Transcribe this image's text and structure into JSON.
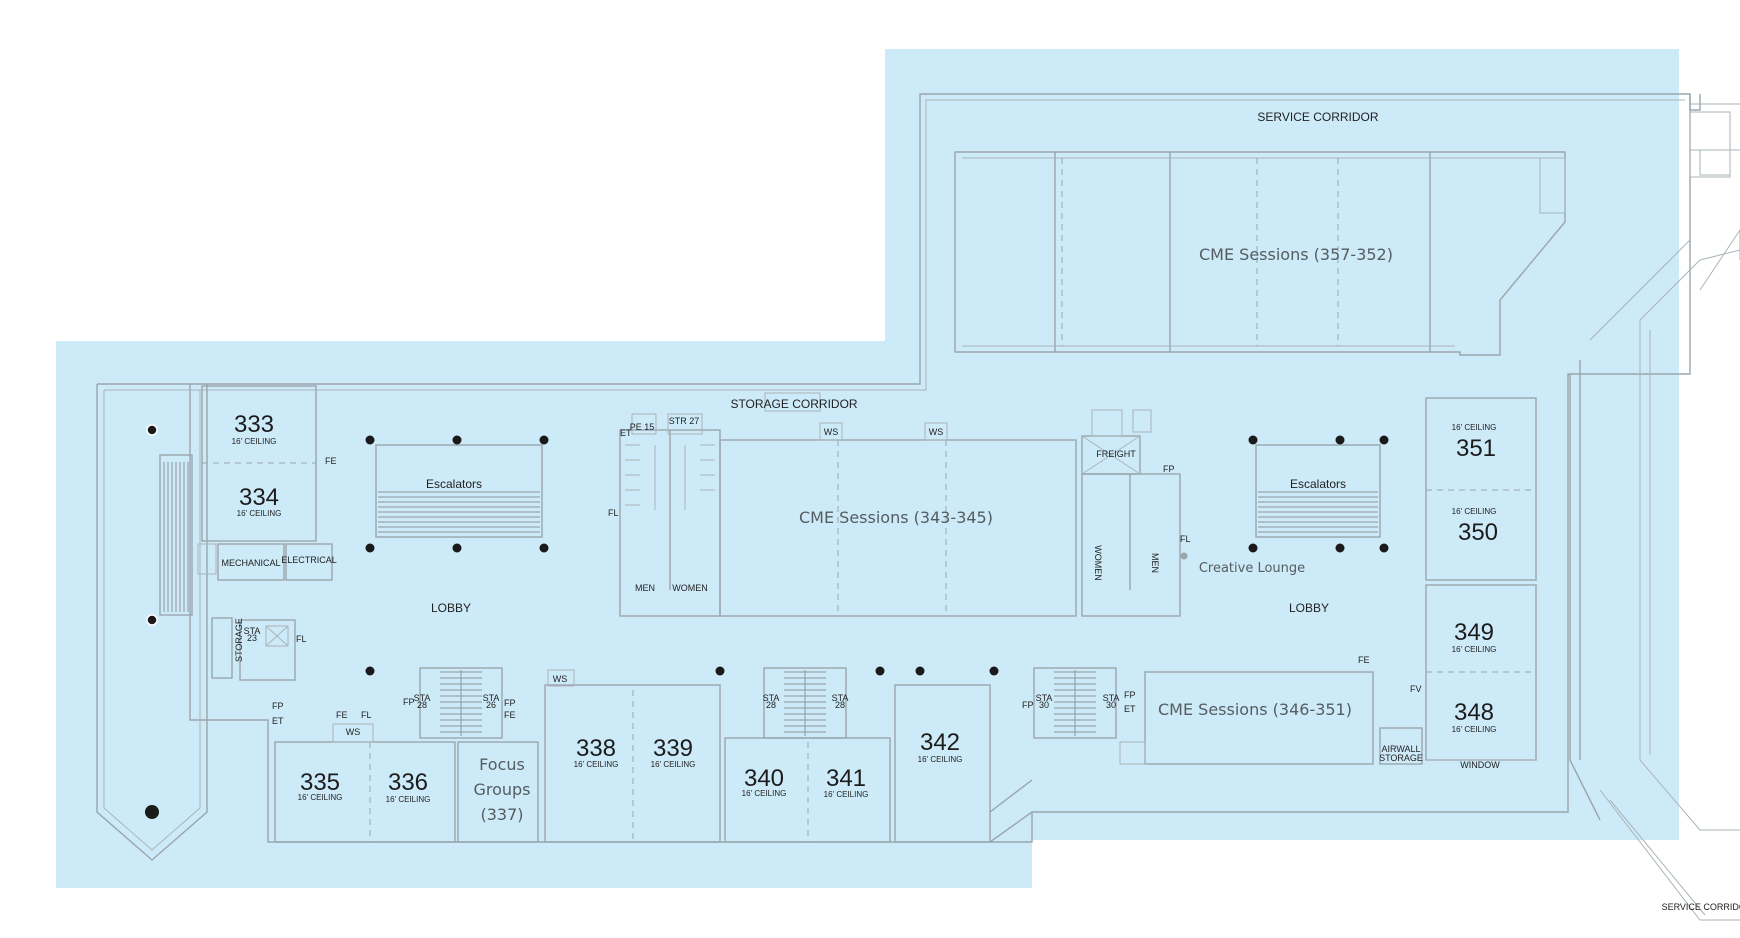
{
  "colors": {
    "highlight": "#cdeaf8",
    "wall": "#9aa6ac",
    "session_text": "#555d61"
  },
  "rooms": {
    "r333": {
      "number": "333",
      "ceiling": "16' CEILING"
    },
    "r334": {
      "number": "334",
      "ceiling": "16' CEILING"
    },
    "r335": {
      "number": "335",
      "ceiling": "16' CEILING"
    },
    "r336": {
      "number": "336",
      "ceiling": "16' CEILING"
    },
    "r338": {
      "number": "338",
      "ceiling": "16' CEILING"
    },
    "r339": {
      "number": "339",
      "ceiling": "16' CEILING"
    },
    "r340": {
      "number": "340",
      "ceiling": "16' CEILING"
    },
    "r341": {
      "number": "341",
      "ceiling": "16' CEILING"
    },
    "r342": {
      "number": "342",
      "ceiling": "16' CEILING"
    },
    "r348": {
      "number": "348",
      "ceiling": "16' CEILING"
    },
    "r349": {
      "number": "349",
      "ceiling": "16' CEILING"
    },
    "r350": {
      "number": "350",
      "ceiling": "16' CEILING"
    },
    "r351": {
      "number": "351",
      "ceiling": "16' CEILING"
    }
  },
  "focus_groups": {
    "line1": "Focus",
    "line2": "Groups",
    "line3": "(337)"
  },
  "sessions": {
    "s357": "CME Sessions (357-352)",
    "s343": "CME Sessions (343-345)",
    "s346": "CME Sessions (346-351)"
  },
  "labels": {
    "service_corridor": "SERVICE CORRIDOR",
    "service_corridor_small": "SERVICE CORRIDOR",
    "storage_corridor": "STORAGE CORRIDOR",
    "escalators_left": "Escalators",
    "escalators_right": "Escalators",
    "lobby_left": "LOBBY",
    "lobby_right": "LOBBY",
    "creative_lounge": "Creative Lounge",
    "freight": "FREIGHT",
    "mechanical": "MECHANICAL",
    "electrical": "ELECTRICAL",
    "storage": "STORAGE",
    "airwall_storage_1": "AIRWALL",
    "airwall_storage_2": "STORAGE",
    "window": "WINDOW",
    "pe15": "PE 15",
    "str27": "STR 27",
    "men_left": "MEN",
    "women_left": "WOMEN",
    "men_right": "MEN",
    "women_right": "WOMEN",
    "ws1": "WS",
    "ws2": "WS",
    "ws3": "WS",
    "ws4": "WS",
    "sta23": "STA",
    "sta23b": "23",
    "sta28a": "STA",
    "sta28b": "28",
    "sta26a": "STA",
    "sta26b": "26",
    "sta28c": "STA",
    "sta28d": "28",
    "sta28e": "STA",
    "sta28f": "28",
    "sta30a": "STA",
    "sta30b": "30",
    "sta30c": "STA",
    "sta30d": "30",
    "fe1": "FE",
    "fe2": "FE",
    "fe3": "FE",
    "fe4": "FE",
    "fp1": "FP",
    "fp2": "FP",
    "fp3": "FP",
    "fp4": "FP",
    "fp5": "FP",
    "fp6": "FP",
    "fl1": "FL",
    "fl2": "FL",
    "fl3": "FL",
    "fl4": "FL",
    "et1": "ET",
    "et2": "ET",
    "et3": "ET",
    "fv": "FV"
  }
}
